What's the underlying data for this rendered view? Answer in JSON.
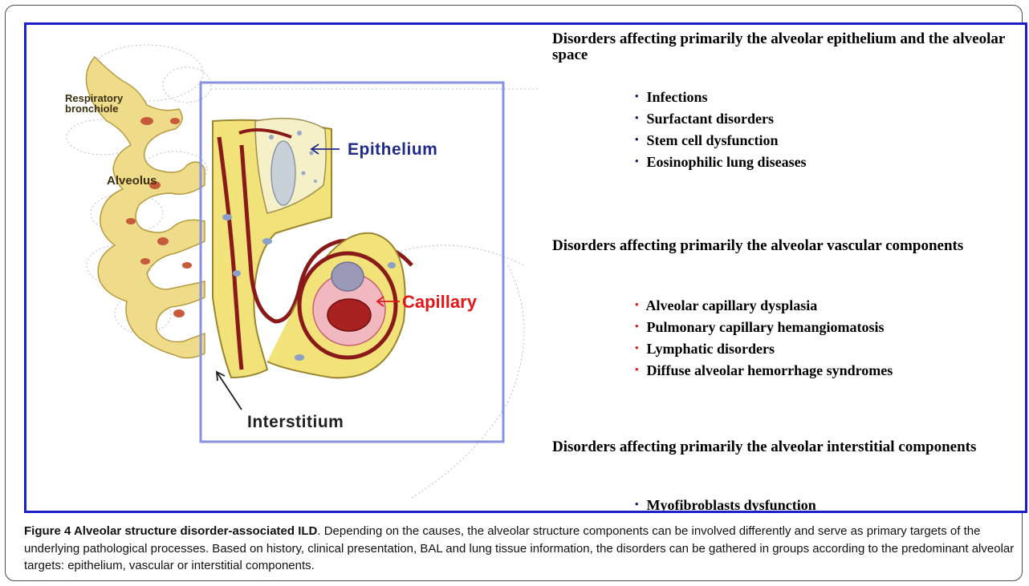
{
  "diagram": {
    "respiratory_bronchiole": "Respiratory bronchiole",
    "alveolus": "Alveolus",
    "epithelium": "Epithelium",
    "capillary": "Capillary",
    "interstitium": "Interstitium"
  },
  "groups": [
    {
      "heading": "Disorders affecting primarily the alveolar epithelium and the alveolar space",
      "bullet_color": "#1a1a60",
      "items": [
        "Infections",
        "Surfactant disorders",
        "Stem cell dysfunction",
        "Eosinophilic lung diseases"
      ]
    },
    {
      "heading": "Disorders affecting primarily the alveolar vascular components",
      "bullet_color": "#e01818",
      "items": [
        "Alveolar capillary dysplasia",
        "Pulmonary capillary hemangiomatosis",
        "Lymphatic disorders",
        "Diffuse alveolar hemorrhage syndromes"
      ]
    },
    {
      "heading": "Disorders affecting primarily the alveolar interstitial components",
      "bullet_color": "#1a1a60",
      "items": [
        "Myofibroblasts dysfunction"
      ]
    }
  ],
  "caption": {
    "label": "Figure 4 Alveolar structure disorder-associated ILD",
    "text": ". Depending on the causes, the alveolar structure components can be involved differently and serve as primary targets of the underlying pathological processes. Based on history, clinical presentation, BAL and lung tissue information, the disorders can be gathered in groups according to the predominant alveolar targets: epithelium, vascular or interstitial components."
  },
  "colors": {
    "frame_border": "#1e1ec8",
    "tissue_yellow": "#f2e27a",
    "vessel_red": "#8a1a1a",
    "capillary_pink": "#f2b8c0",
    "inset_border": "#8890e0"
  }
}
